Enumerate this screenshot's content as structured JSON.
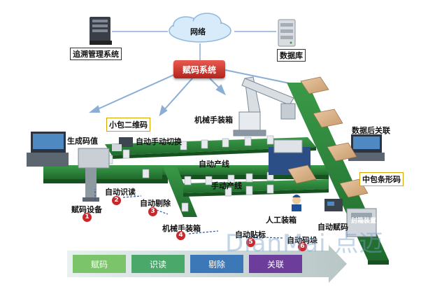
{
  "nodes": {
    "network": "网络",
    "trace_system": "追溯管理系统",
    "database": "数据库",
    "coding_system": "赋码系统"
  },
  "labels": {
    "small_pack_qr": "小包二维码",
    "coding_value": "生成码值",
    "auto_manual_switch": "自动手动切换",
    "robot_packing": "机械手装箱",
    "post_data_link": "数据后关联",
    "auto_line": "自动产线",
    "manual_line": "手动产线",
    "mid_pack_barcode": "中包条形码",
    "auto_read": "自动识读",
    "auto_reject": "自动剔除",
    "coding_device": "赋码设备",
    "manual_packing": "人工装箱",
    "auto_coding": "自动赋码",
    "seal_device": "封箱装置",
    "robot_packing_2": "机械手装箱",
    "auto_label": "自动贴标",
    "auto_code_op": "自动码垛"
  },
  "step_numbers": [
    "1",
    "2",
    "3",
    "4",
    "5",
    "6"
  ],
  "process_steps": [
    "赋码",
    "识读",
    "剔除",
    "关联"
  ],
  "watermark": "DianMai 点迈",
  "colors": {
    "conveyor": "#2f8a3e",
    "conveyor_dark": "#1f6a2c",
    "step1": "#7cc46a",
    "step2": "#4aa86a",
    "step3": "#3c78b8",
    "step4": "#6c3d9a",
    "red": "#c8282b"
  }
}
